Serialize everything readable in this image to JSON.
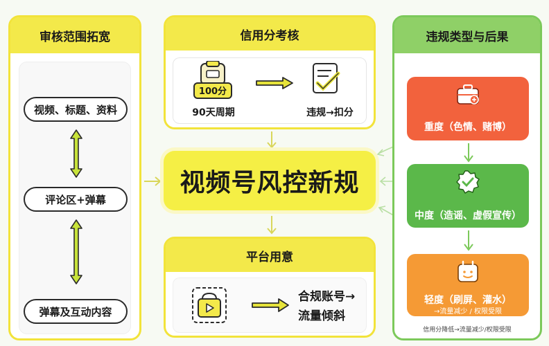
{
  "left": {
    "title": "审核范围拓宽",
    "items": [
      "视频、标题、资料",
      "评论区+弹幕",
      "弹幕及互动内容"
    ]
  },
  "credit": {
    "title": "信用分考核",
    "badge": "100分",
    "cycle": "90天周期",
    "deduct": "违规→扣分"
  },
  "center": {
    "title": "视频号风控新规"
  },
  "intent": {
    "title": "平台用意",
    "result_line1": "合规账号→",
    "result_line2": "流量倾斜"
  },
  "right": {
    "title": "违规类型与后果",
    "levels": [
      {
        "label": "重度（色情、赌博）",
        "color": "#f2623d"
      },
      {
        "label": "中度（造谣、虚假宣传）",
        "color": "#5bb84a"
      },
      {
        "label": "轻度（刷屏、灌水）",
        "sub": "→流量减少 / 权限受限",
        "color": "#f59a35"
      }
    ],
    "footnote": "信用分降低→流量减少/权限受限"
  },
  "colors": {
    "yellow": "#f3e94a",
    "green": "#8fd067",
    "arrow_yellow": "#e7e43a"
  }
}
